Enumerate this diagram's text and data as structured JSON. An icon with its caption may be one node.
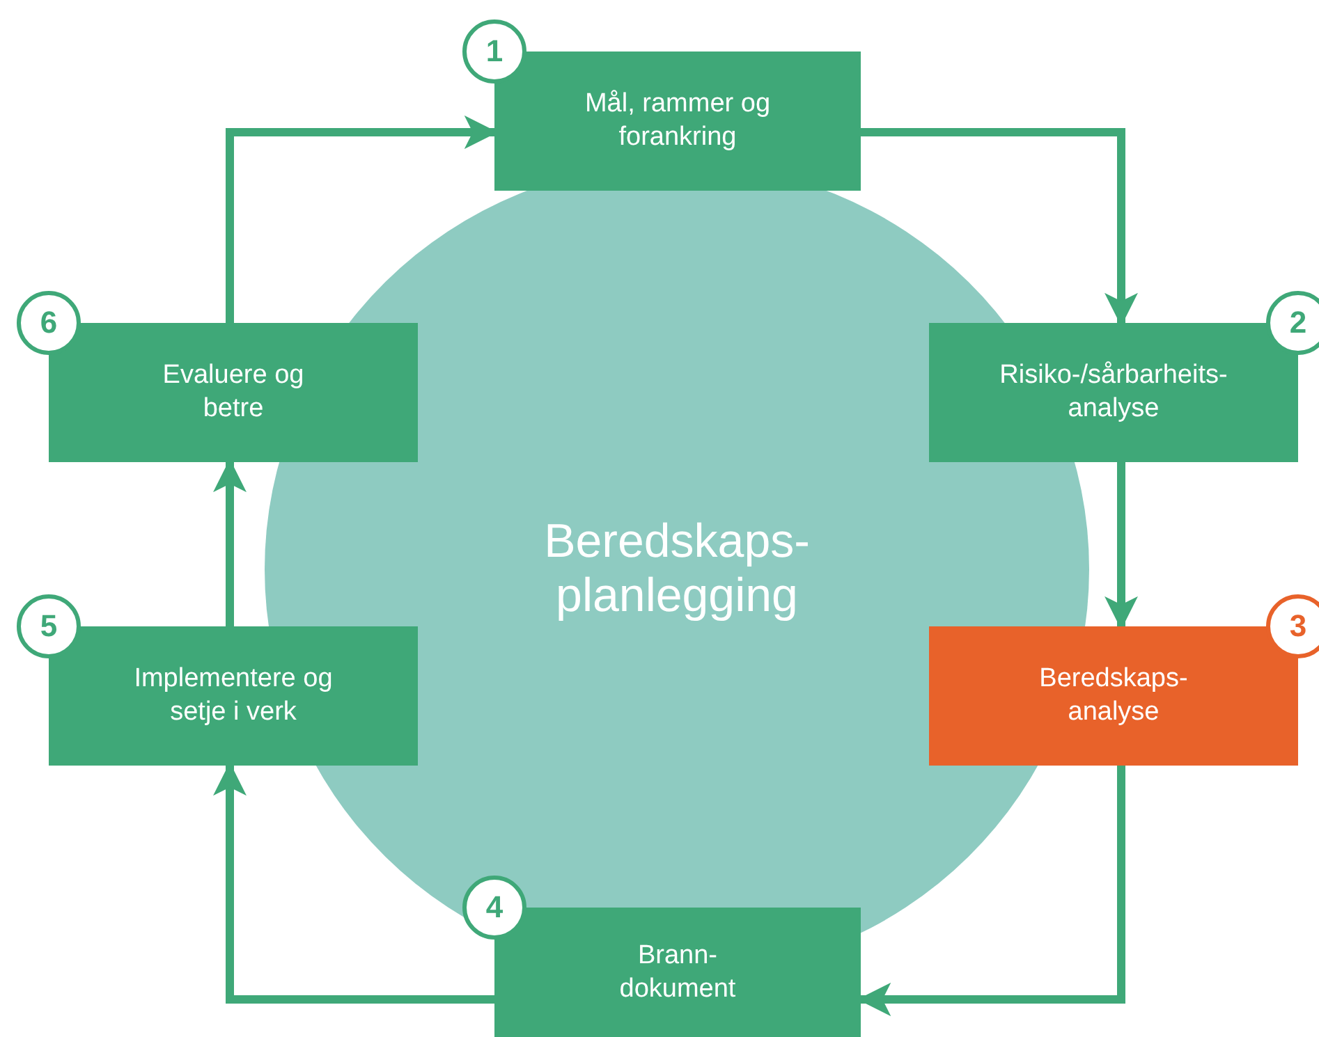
{
  "diagram": {
    "nodes": [
      {
        "text": [
          "Beredskaps- planlegging"
        ]
      },
      {
        "text": [
          "1",
          "Mål, rammer og forankring"
        ]
      },
      {
        "text": [
          "2",
          "Risiko-/sårbarheits- analyse"
        ]
      },
      {
        "text": [
          "3",
          "Beredskaps- analyse"
        ]
      },
      {
        "text": [
          "4",
          "Brann- dokument"
        ]
      },
      {
        "text": [
          "5",
          "Implementere og setje i verk"
        ]
      },
      {
        "text": [
          "6",
          "Evaluere og betre"
        ]
      }
    ],
    "edges": [
      {
        "from": 1,
        "to": 2,
        "arrow": "to"
      },
      {
        "from": 2,
        "to": 3,
        "arrow": "to"
      },
      {
        "from": 3,
        "to": 4,
        "arrow": "to"
      },
      {
        "from": 4,
        "to": 5,
        "arrow": "to"
      },
      {
        "from": 5,
        "to": 6,
        "arrow": "to"
      },
      {
        "from": 6,
        "to": 1,
        "arrow": "to"
      }
    ]
  }
}
